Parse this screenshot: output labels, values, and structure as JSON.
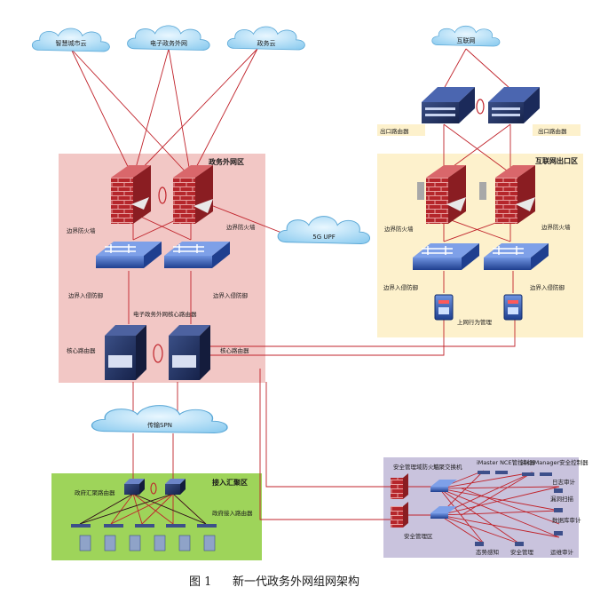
{
  "figure_caption": {
    "number": "图 1",
    "title": "新一代政务外网组网架构"
  },
  "clouds": {
    "smart_city": "智慧城市云",
    "egov_extranet": "电子政务外网",
    "gov_cloud": "政务云",
    "internet": "互联网",
    "upf": "5G UPF",
    "spn": "传输SPN"
  },
  "zones": {
    "gov_extranet": "政务外网区",
    "internet_exit": "互联网出口区",
    "access_aggregation": "接入汇聚区"
  },
  "labels": {
    "exit_router_left": "出口路由器",
    "exit_router_right": "出口路由器",
    "border_fw_left_a": "边界防火墙",
    "border_fw_left_b": "边界防火墙",
    "border_fw_right_a": "边界防火墙",
    "border_fw_right_b": "边界防火墙",
    "ips_left_a": "边界入侵防御",
    "ips_left_b": "边界入侵防御",
    "ips_right_a": "边界入侵防御",
    "ips_right_b": "边界入侵防御",
    "core_router_title": "电子政务外网核心路由器",
    "core_router_left": "核心路由器",
    "core_router_right": "核心路由器",
    "behavior_mgmt": "上网行为管理",
    "agg_router": "政府汇聚路由器",
    "access_router": "政府接入路由器"
  },
  "security_zone": {
    "security_mgmt_fw": "安全管理域防火墙",
    "aggregation_switch": "汇聚交换机",
    "imaster_nce": "iMaster NCE管控制器",
    "secomanager": "SecoManager安全控制器",
    "log_audit": "日志审计",
    "db_audit": "数据库审计",
    "ops_audit": "运维审计",
    "soc_mgmt": "安全管理",
    "situation_aware": "态势感知",
    "vuln_scan": "漏洞扫描",
    "security_mgmt_zone": "安全管理区"
  },
  "colors": {
    "gov_zone_fill": "#f2c7c5",
    "internet_zone_fill": "#fdf1cc",
    "access_zone_fill": "#9ed45a",
    "security_zone_fill": "#c9c3dd",
    "link_red": "#c0232b",
    "cloud_fill": "#bfe3f6",
    "firewall_red": "#b5262b",
    "device_blue": "#2f5bb5"
  }
}
